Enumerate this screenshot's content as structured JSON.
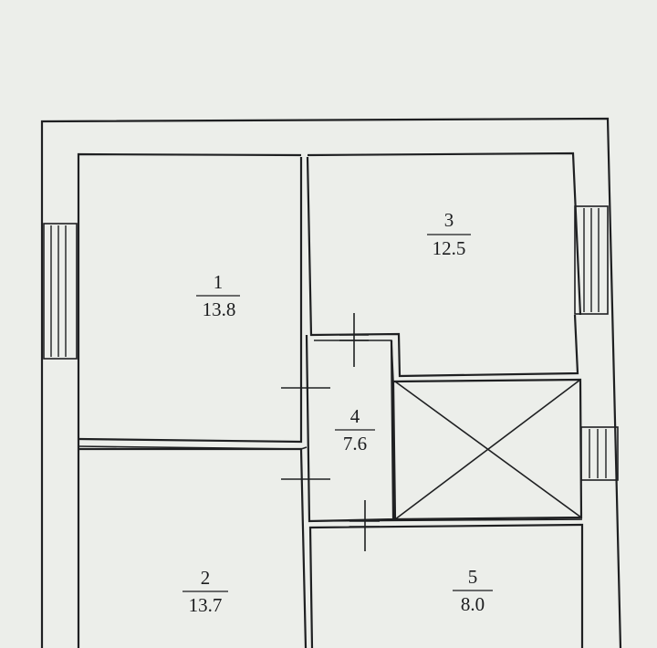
{
  "floor_plan": {
    "rooms": [
      {
        "id": "1",
        "number": "1",
        "area": "13.8"
      },
      {
        "id": "2",
        "number": "2",
        "area": "13.7"
      },
      {
        "id": "3",
        "number": "3",
        "area": "12.5"
      },
      {
        "id": "4",
        "number": "4",
        "area": "7.6"
      },
      {
        "id": "5",
        "number": "5",
        "area": "8.0"
      }
    ],
    "colors": {
      "paper": "#eceeea",
      "line": "#1f2022",
      "text": "#1b1c1e"
    }
  }
}
